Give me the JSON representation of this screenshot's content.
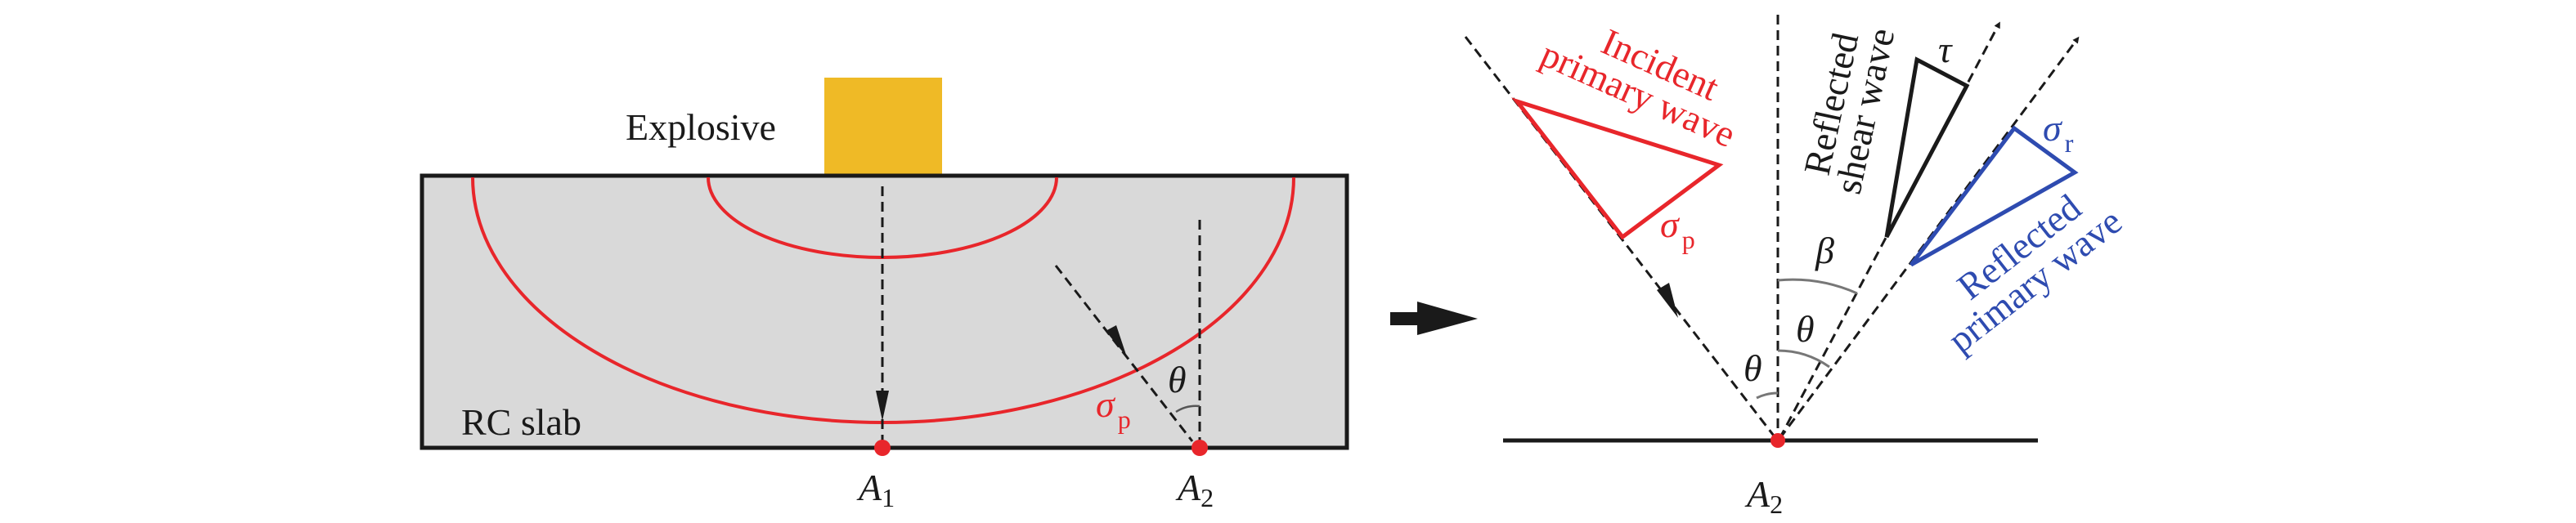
{
  "colors": {
    "explosive": "#EFBA26",
    "slab_fill": "#D9D9D9",
    "wavefront": "#E8262B",
    "incident": "#E8262B",
    "reflected_primary": "#2E4BB0",
    "reflected_shear": "#1a1a1a"
  },
  "left_panel": {
    "explosive_label": "Explosive",
    "slab_label": "RC slab",
    "point_a1": {
      "main": "A",
      "sub": "1"
    },
    "point_a2": {
      "main": "A",
      "sub": "2"
    },
    "sigma_p": {
      "main": "σ",
      "sub": "p"
    },
    "theta": "θ"
  },
  "right_panel": {
    "incident_label_line1": "Incident",
    "incident_label_line2": "primary wave",
    "shear_label_line1": "Reflected",
    "shear_label_line2": "shear wave",
    "reflected_label_line1": "Reflected",
    "reflected_label_line2": "primary wave",
    "sigma_p": {
      "main": "σ",
      "sub": "p"
    },
    "sigma_r": {
      "main": "σ",
      "sub": "r"
    },
    "tau": "τ",
    "beta": "β",
    "theta_left": "θ",
    "theta_right": "θ",
    "point_a2": {
      "main": "A",
      "sub": "2"
    }
  }
}
